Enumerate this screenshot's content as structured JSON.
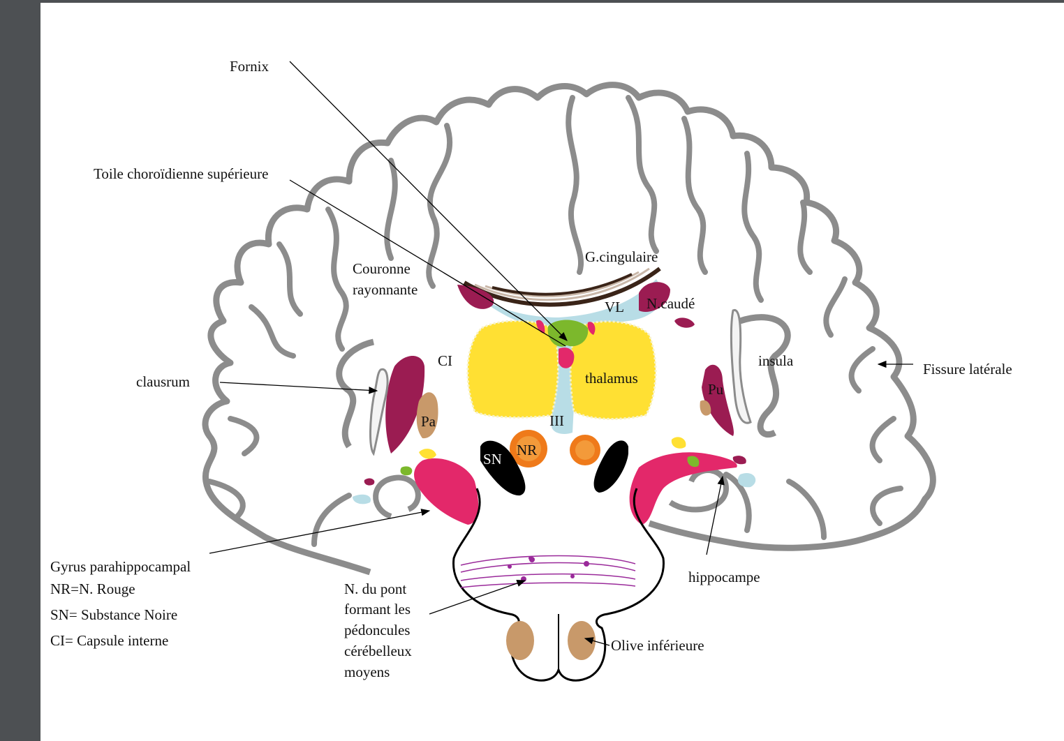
{
  "labels": {
    "fornix": "Fornix",
    "toile": "Toile choroïdienne supérieure",
    "couronne_1": "Couronne",
    "couronne_2": "rayonnante",
    "cingulaire": "G.cingulaire",
    "vl": "VL",
    "caude": "N.caudé",
    "ci": "CI",
    "thalamus": "thalamus",
    "insula": "insula",
    "fissure": "Fissure latérale",
    "claustrum": "clausrum",
    "pu": "Pu",
    "pa": "Pa",
    "iii": "III",
    "nr": "NR",
    "sn": "SN",
    "hippocampe": "hippocampe",
    "olive": "Olive inférieure",
    "pont_1": "N. du pont",
    "pont_2": "formant les",
    "pont_3": "pédoncules",
    "pont_4": "cérébelleux",
    "pont_5": "moyens"
  },
  "legend": [
    "Gyrus parahippocampal",
    "NR=N. Rouge",
    "SN= Substance Noire",
    "CI= Capsule interne"
  ],
  "colors": {
    "cortex": "#8c8c8c",
    "thalamus": "#ffe033",
    "caudate": "#9b1c52",
    "pink": "#e3286a",
    "ventricle": "#b8dde6",
    "tan": "#c8996a",
    "red_nucleus": "#ef7a1a",
    "fornix_green": "#7cb82c",
    "pontine": "#9a2a9a"
  }
}
